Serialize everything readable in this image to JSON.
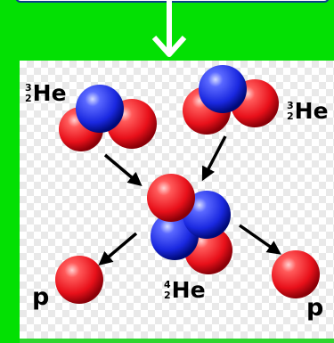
{
  "diagram": {
    "labels": {
      "he3_left": {
        "mass": "3",
        "atomic": "2",
        "symbol": "He"
      },
      "he3_right": {
        "mass": "3",
        "atomic": "2",
        "symbol": "He"
      },
      "he4": {
        "mass": "4",
        "atomic": "2",
        "symbol": "He"
      },
      "proton_left": "p",
      "proton_right": "p"
    },
    "colors": {
      "background": "#03e003",
      "proton": "#e8101a",
      "neutron": "#1a28e0",
      "arrow": "#000000",
      "flow_arrow": "#ffffff"
    },
    "icons": [
      "down-arrow-icon",
      "proton-sphere",
      "neutron-sphere",
      "reaction-arrow"
    ]
  }
}
